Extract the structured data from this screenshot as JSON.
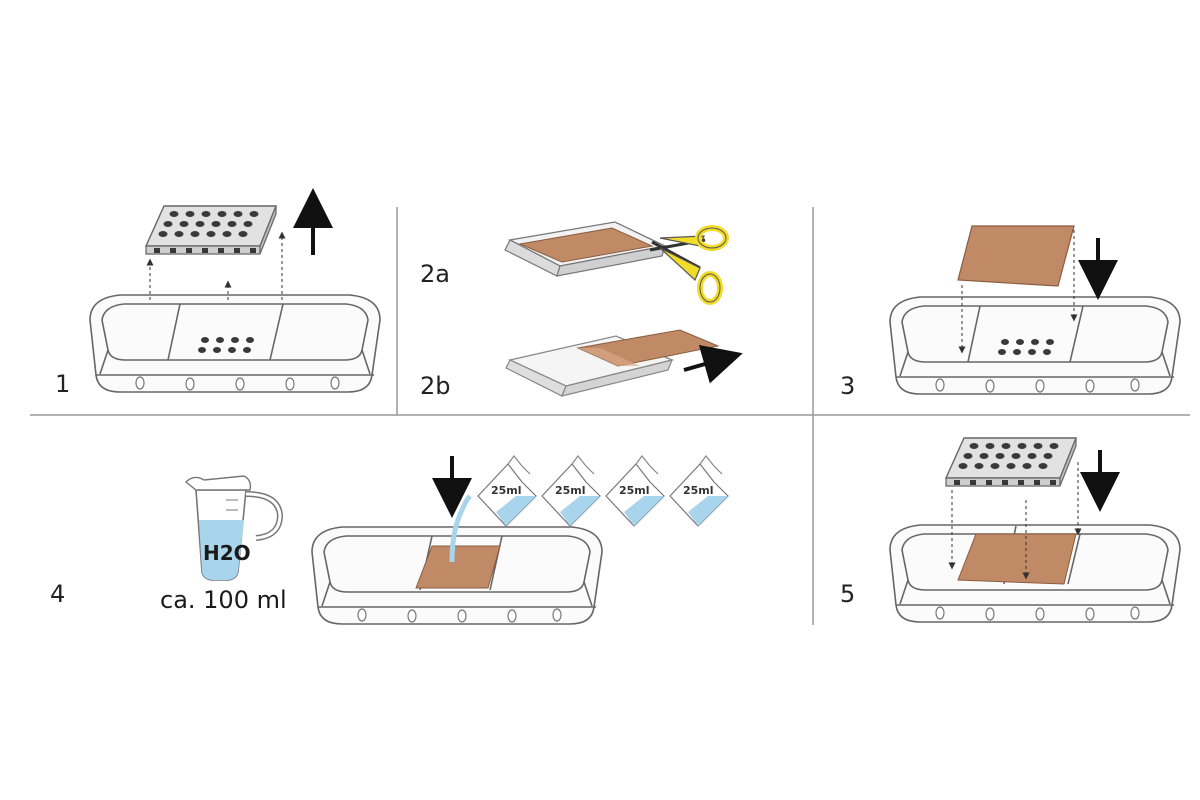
{
  "steps": {
    "s1": "1",
    "s2a": "2a",
    "s2b": "2b",
    "s3": "3",
    "s4": "4",
    "s5": "5"
  },
  "step4": {
    "water_label": "H2O",
    "volume_caption": "ca. 100 ml",
    "sachet_label": "25ml",
    "sachet_count": 4
  },
  "colors": {
    "substrate": "#c08a66",
    "water": "#a9d5ec",
    "scissors": "#f2dc2a",
    "grid_lines": "#9a9a9a"
  }
}
